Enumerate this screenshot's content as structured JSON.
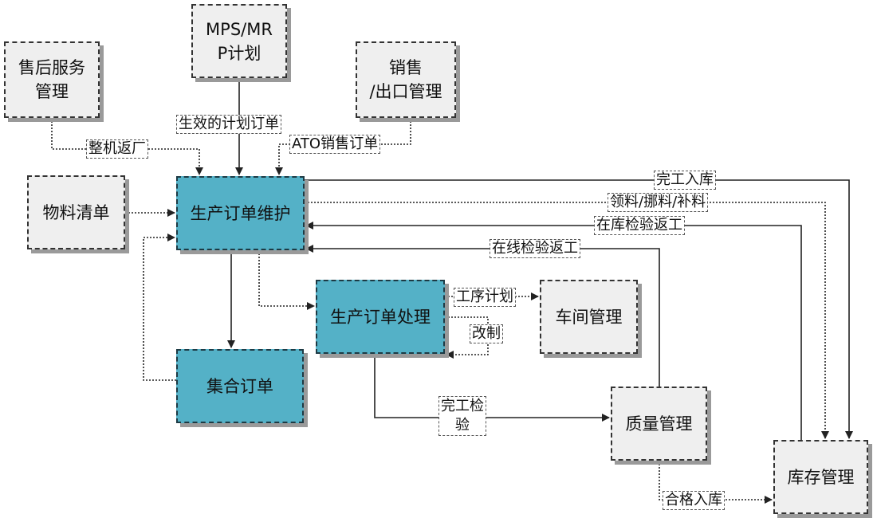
{
  "nodes": {
    "after_sales": "售后服务\n管理",
    "mps_mrp": "MPS/MR\nP计划",
    "sales_export": "销售\n/出口管理",
    "bom": "物料清单",
    "order_maintain": "生产订单维护",
    "order_process": "生产订单处理",
    "workshop": "车间管理",
    "collective_order": "集合订单",
    "quality": "质量管理",
    "inventory": "库存管理"
  },
  "edge_labels": {
    "planned_order": "生效的计划订单",
    "return_machine": "整机返厂",
    "ato_sales_order": "ATO销售订单",
    "finish_in": "完工入库",
    "material_issue": "领料/挪料/补料",
    "stock_rework": "在库检验返工",
    "online_rework": "在线检验返工",
    "routing_plan": "工序计划",
    "modification": "改制",
    "final_inspection": "完工检\n验",
    "qualified_in": "合格入库"
  },
  "colors": {
    "process_fill": "#54b1c7",
    "system_fill": "#efefef",
    "line": "#222222"
  }
}
